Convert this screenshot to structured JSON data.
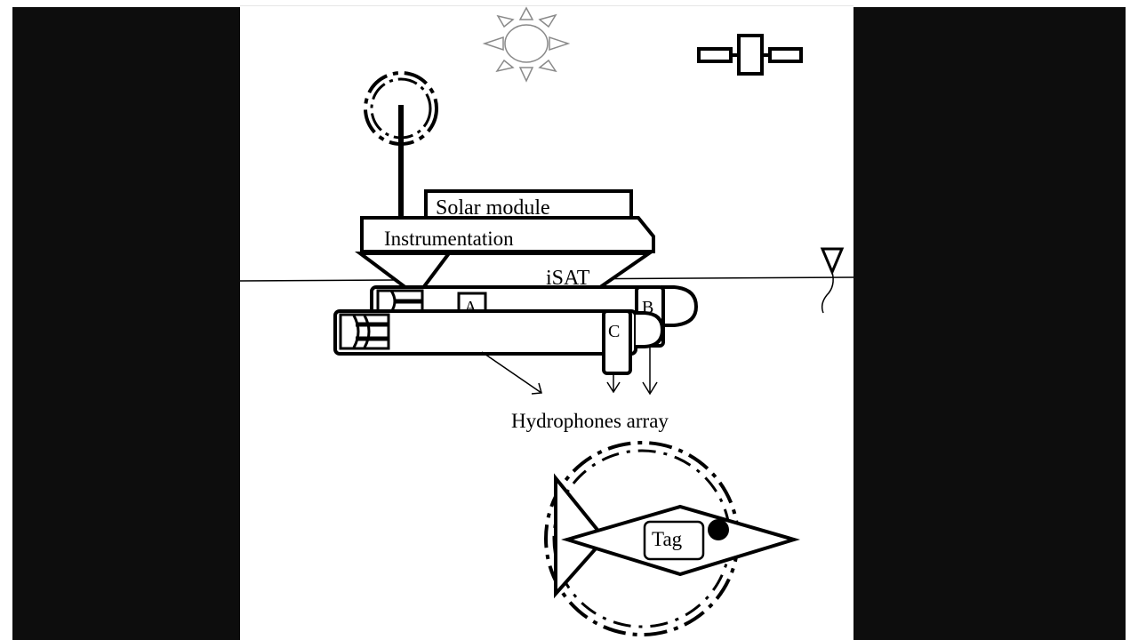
{
  "diagram": {
    "labels": {
      "solar_module": "Solar module",
      "instrumentation": "Instrumentation",
      "isat": "iSAT",
      "hydrophone_a": "A",
      "hydrophone_b": "B",
      "hydrophone_c": "C",
      "hydrophones_array": "Hydrophones array",
      "tag": "Tag"
    },
    "icons": [
      "sun-icon",
      "satellite-icon",
      "antenna-signal-icon",
      "water-level-icon",
      "fish-icon"
    ],
    "colors": {
      "frame": "#0d0d0d",
      "ink": "#000000",
      "background": "#ffffff"
    }
  }
}
